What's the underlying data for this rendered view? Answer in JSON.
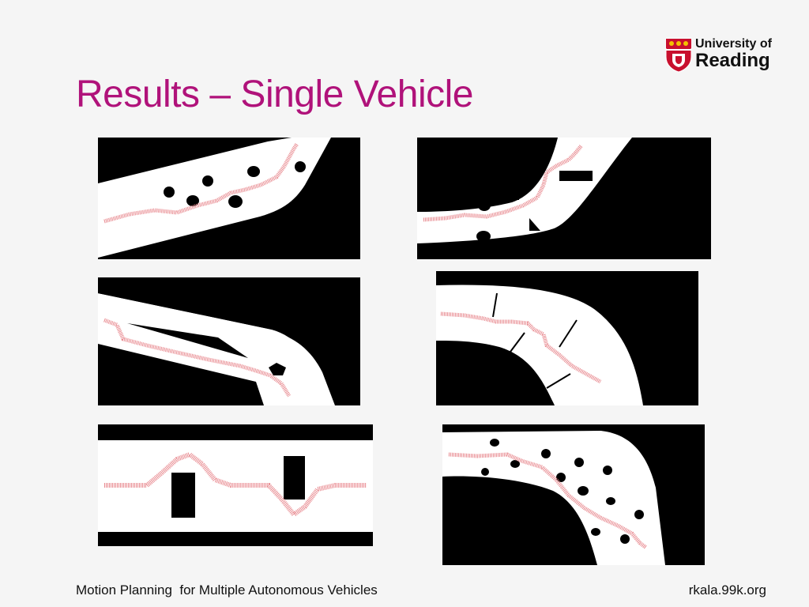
{
  "slide": {
    "title": "Results – Single Vehicle"
  },
  "logo": {
    "line1": "University of",
    "line2": "Reading",
    "colors": {
      "shield": "#c8102e",
      "accent": "#f3c200"
    }
  },
  "footer": {
    "left_text": "Motion Planning  for Multiple Autonomous Vehicles",
    "right_text": "rkala.99k.org"
  },
  "colors": {
    "title": "#b0127a",
    "obstacle": "#000000",
    "road": "#ffffff",
    "path": "#e8898f"
  }
}
